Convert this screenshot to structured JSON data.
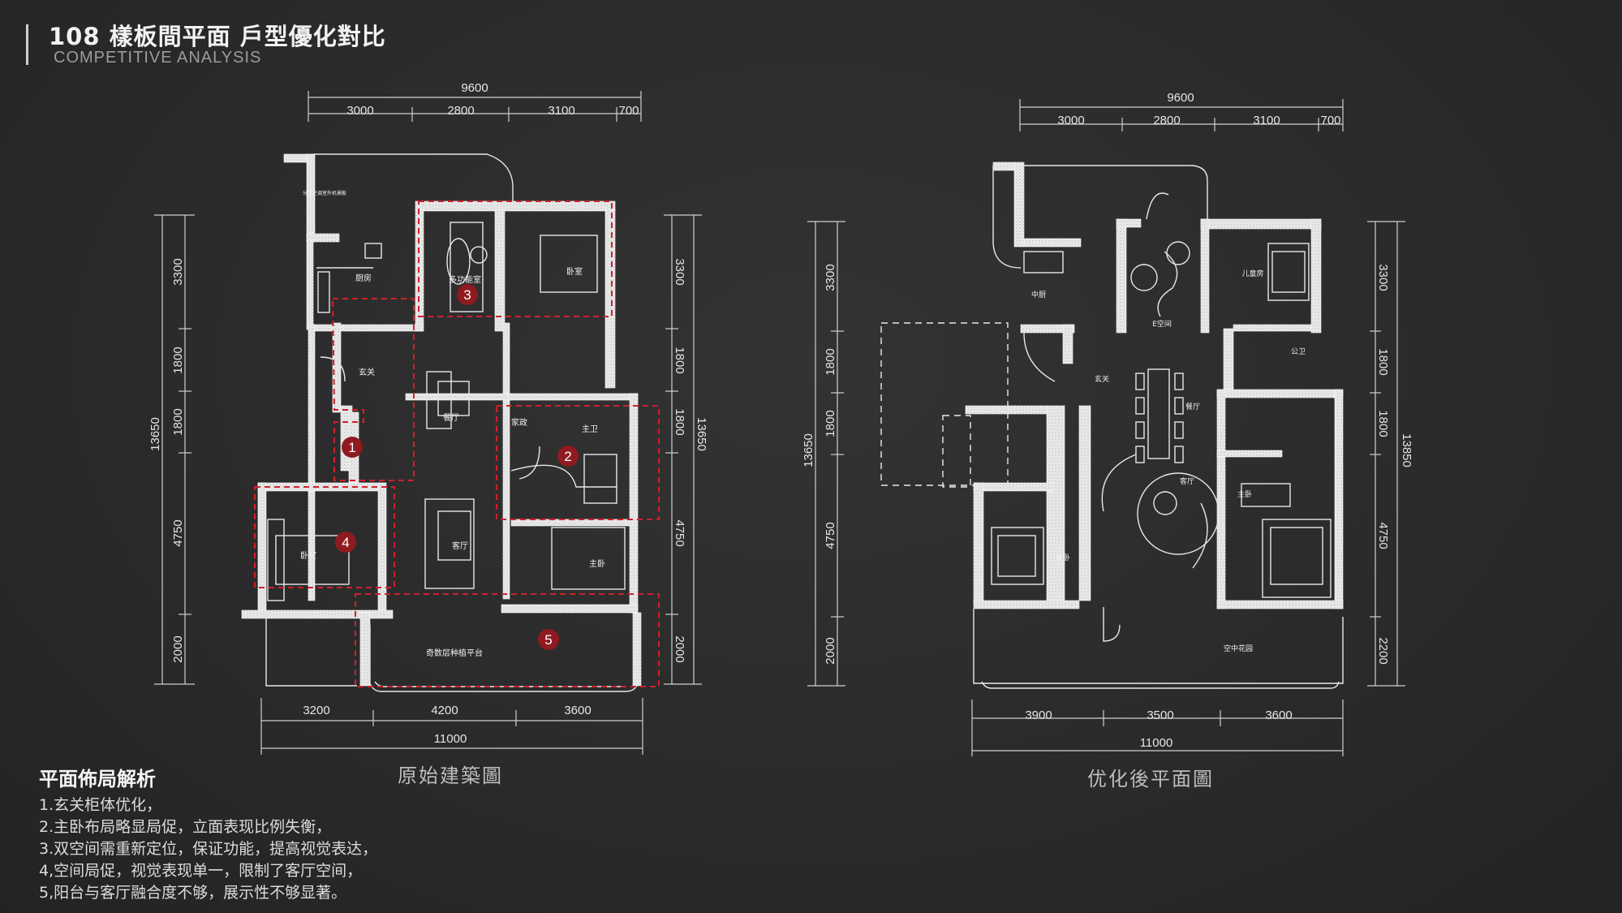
{
  "header": {
    "title": "108  樣板間平面 戶型優化對比",
    "subtitle": "COMPETITIVE ANALYSIS"
  },
  "left_plan": {
    "caption": "原始建築圖",
    "top_total": "9600",
    "top_dims": [
      "3000",
      "2800",
      "3100",
      "700"
    ],
    "bottom_total": "11000",
    "bottom_dims": [
      "3200",
      "4200",
      "3600"
    ],
    "left_total": "13650",
    "left_dims": [
      "3300",
      "1800",
      "1800",
      "4750",
      "2000"
    ],
    "right_total": "13650",
    "right_dims": [
      "3300",
      "1800",
      "1800",
      "4750",
      "2000"
    ],
    "rooms": {
      "kitchen": "厨房",
      "multi": "多功能室",
      "bedroom_top": "卧室",
      "entrance": "玄关",
      "dining": "餐厅",
      "laundry": "家政",
      "master_bath": "主卫",
      "bedroom_left": "卧室",
      "living": "客厅",
      "master_bed": "主卧",
      "terrace": "奇数层种植平台",
      "ac": "分体空调室外机搁板"
    },
    "markers": [
      "1",
      "2",
      "3",
      "4",
      "5"
    ]
  },
  "right_plan": {
    "caption": "优化後平面圖",
    "top_total": "9600",
    "top_dims": [
      "3000",
      "2800",
      "3100",
      "700"
    ],
    "bottom_total": "11000",
    "bottom_dims": [
      "3900",
      "3500",
      "3600"
    ],
    "left_total": "13650",
    "left_dims": [
      "3300",
      "1800",
      "1800",
      "4750",
      "2000"
    ],
    "right_total": "13850",
    "right_dims": [
      "3300",
      "1800",
      "1800",
      "4750",
      "2200"
    ],
    "rooms": {
      "kitchen": "中厨",
      "kids": "儿童房",
      "flex": "E空间",
      "bath": "公卫",
      "entrance": "玄关",
      "dining": "餐厅",
      "living": "客厅",
      "master": "主卧",
      "second": "次卧",
      "garden": "空中花园"
    }
  },
  "notes": {
    "title": "平面佈局解析",
    "lines": [
      "1.玄关柜体优化，",
      "2.主卧布局略显局促，立面表现比例失衡，",
      "3.双空间需重新定位，保证功能，提高视觉表达，",
      "4,空间局促，视觉表现单一，限制了客厅空间，",
      "5,阳台与客厅融合度不够，展示性不够显著。"
    ]
  },
  "colors": {
    "background": "#2b2b2c",
    "wall": "#f2f2f2",
    "line": "#d6d6d6",
    "highlight": "#d0202a",
    "marker": "#8f1a1f"
  }
}
